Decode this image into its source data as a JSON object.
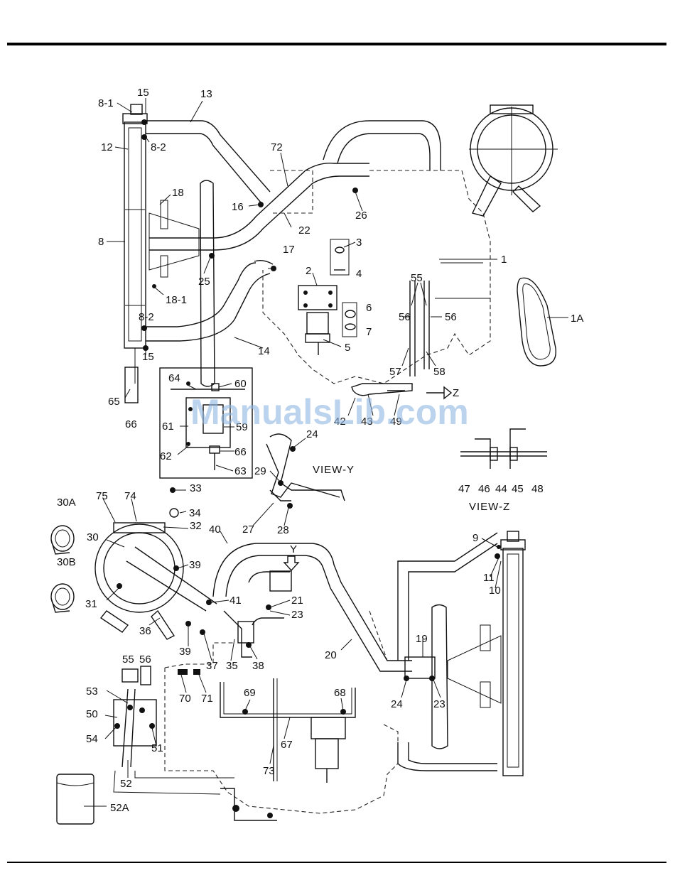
{
  "watermark": "ManualsLib.com",
  "view_labels": {
    "view_y": "VIEW-Y",
    "view_z": "VIEW-Z",
    "arrow_y": "Y",
    "arrow_z": "Z"
  },
  "callouts": [
    {
      "id": "c-15-top",
      "text": "15"
    },
    {
      "id": "c-13",
      "text": "13"
    },
    {
      "id": "c-8-1",
      "text": "8-1"
    },
    {
      "id": "c-12",
      "text": "12"
    },
    {
      "id": "c-8-2-top",
      "text": "8-2"
    },
    {
      "id": "c-72",
      "text": "72"
    },
    {
      "id": "c-18",
      "text": "18"
    },
    {
      "id": "c-16",
      "text": "16"
    },
    {
      "id": "c-26",
      "text": "26"
    },
    {
      "id": "c-22",
      "text": "22"
    },
    {
      "id": "c-8",
      "text": "8"
    },
    {
      "id": "c-3",
      "text": "3"
    },
    {
      "id": "c-17",
      "text": "17"
    },
    {
      "id": "c-1",
      "text": "1"
    },
    {
      "id": "c-2",
      "text": "2"
    },
    {
      "id": "c-4",
      "text": "4"
    },
    {
      "id": "c-25",
      "text": "25"
    },
    {
      "id": "c-55",
      "text": "55"
    },
    {
      "id": "c-18-1",
      "text": "18-1"
    },
    {
      "id": "c-6",
      "text": "6"
    },
    {
      "id": "c-56a",
      "text": "56"
    },
    {
      "id": "c-56b",
      "text": "56"
    },
    {
      "id": "c-1A",
      "text": "1A"
    },
    {
      "id": "c-8-2-bot",
      "text": "8-2"
    },
    {
      "id": "c-7",
      "text": "7"
    },
    {
      "id": "c-14",
      "text": "14"
    },
    {
      "id": "c-5",
      "text": "5"
    },
    {
      "id": "c-15-bot",
      "text": "15"
    },
    {
      "id": "c-57",
      "text": "57"
    },
    {
      "id": "c-58",
      "text": "58"
    },
    {
      "id": "c-64",
      "text": "64"
    },
    {
      "id": "c-60",
      "text": "60"
    },
    {
      "id": "c-65",
      "text": "65"
    },
    {
      "id": "c-42",
      "text": "42"
    },
    {
      "id": "c-43",
      "text": "43"
    },
    {
      "id": "c-49",
      "text": "49"
    },
    {
      "id": "c-61",
      "text": "61"
    },
    {
      "id": "c-59",
      "text": "59"
    },
    {
      "id": "c-66a",
      "text": "66"
    },
    {
      "id": "c-24a",
      "text": "24"
    },
    {
      "id": "c-62",
      "text": "62"
    },
    {
      "id": "c-66b",
      "text": "66"
    },
    {
      "id": "c-63",
      "text": "63"
    },
    {
      "id": "c-29",
      "text": "29"
    },
    {
      "id": "c-47",
      "text": "47"
    },
    {
      "id": "c-46",
      "text": "46"
    },
    {
      "id": "c-44",
      "text": "44"
    },
    {
      "id": "c-45",
      "text": "45"
    },
    {
      "id": "c-48",
      "text": "48"
    },
    {
      "id": "c-33",
      "text": "33"
    },
    {
      "id": "c-30A",
      "text": "30A"
    },
    {
      "id": "c-75",
      "text": "75"
    },
    {
      "id": "c-74",
      "text": "74"
    },
    {
      "id": "c-34",
      "text": "34"
    },
    {
      "id": "c-27",
      "text": "27"
    },
    {
      "id": "c-28",
      "text": "28"
    },
    {
      "id": "c-32",
      "text": "32"
    },
    {
      "id": "c-40",
      "text": "40"
    },
    {
      "id": "c-30",
      "text": "30"
    },
    {
      "id": "c-9",
      "text": "9"
    },
    {
      "id": "c-39a",
      "text": "39"
    },
    {
      "id": "c-30B",
      "text": "30B"
    },
    {
      "id": "c-11",
      "text": "11"
    },
    {
      "id": "c-10",
      "text": "10"
    },
    {
      "id": "c-41",
      "text": "41"
    },
    {
      "id": "c-21",
      "text": "21"
    },
    {
      "id": "c-31",
      "text": "31"
    },
    {
      "id": "c-23a",
      "text": "23"
    },
    {
      "id": "c-36",
      "text": "36"
    },
    {
      "id": "c-19",
      "text": "19"
    },
    {
      "id": "c-39b",
      "text": "39"
    },
    {
      "id": "c-20",
      "text": "20"
    },
    {
      "id": "c-37",
      "text": "37"
    },
    {
      "id": "c-35",
      "text": "35"
    },
    {
      "id": "c-38",
      "text": "38"
    },
    {
      "id": "c-55b",
      "text": "55"
    },
    {
      "id": "c-56c",
      "text": "56"
    },
    {
      "id": "c-70",
      "text": "70"
    },
    {
      "id": "c-71",
      "text": "71"
    },
    {
      "id": "c-69",
      "text": "69"
    },
    {
      "id": "c-68",
      "text": "68"
    },
    {
      "id": "c-24b",
      "text": "24"
    },
    {
      "id": "c-23b",
      "text": "23"
    },
    {
      "id": "c-53",
      "text": "53"
    },
    {
      "id": "c-50",
      "text": "50"
    },
    {
      "id": "c-54",
      "text": "54"
    },
    {
      "id": "c-67",
      "text": "67"
    },
    {
      "id": "c-51",
      "text": "51"
    },
    {
      "id": "c-73",
      "text": "73"
    },
    {
      "id": "c-52",
      "text": "52"
    },
    {
      "id": "c-52A",
      "text": "52A"
    }
  ]
}
